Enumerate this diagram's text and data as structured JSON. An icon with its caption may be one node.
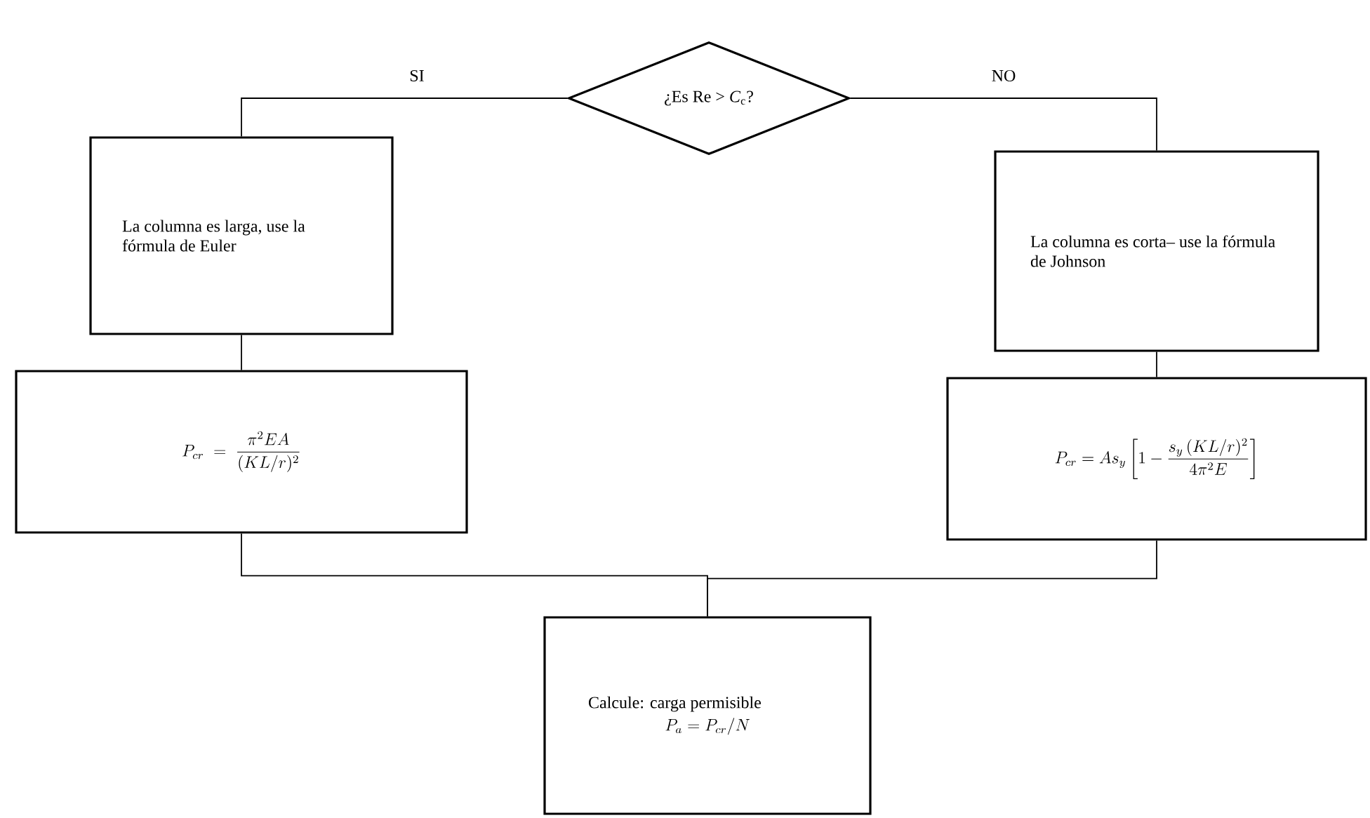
{
  "diagram": {
    "nodes": [
      {
        "text": [
          "¿Es Re > *C*$_{c}$?"
        ]
      },
      {
        "text": [
          "La columna es larga, use la fórmula de Euler"
        ]
      },
      {
        "text": [
          "P_{cr} \\;=\\; \\dfrac{\\pi^{2}EA}{(KL/r)^{2}}"
        ]
      },
      {
        "text": [
          "La columna es corta– use la fórmula de Johnson"
        ]
      },
      {
        "text": [
          "P_{cr} = As_{y}\\left[1-\\dfrac{s_{y}\\,(KL/r)^{2}}{4\\pi^{2}E}\\right]"
        ]
      },
      {
        "text": [
          "Calcule: carga permisible",
          "P_{a} = P_{cr}/N"
        ]
      }
    ],
    "edges": [
      {
        "from": 0,
        "to": 1,
        "arrow": "none",
        "label": "SI"
      },
      {
        "from": 0,
        "to": 3,
        "arrow": "none",
        "label": "NO"
      },
      {
        "from": 1,
        "to": 2,
        "arrow": "none"
      },
      {
        "from": 3,
        "to": 4,
        "arrow": "none"
      },
      {
        "from": 2,
        "to": 5,
        "arrow": "none"
      },
      {
        "from": 4,
        "to": 5,
        "arrow": "none"
      }
    ]
  }
}
